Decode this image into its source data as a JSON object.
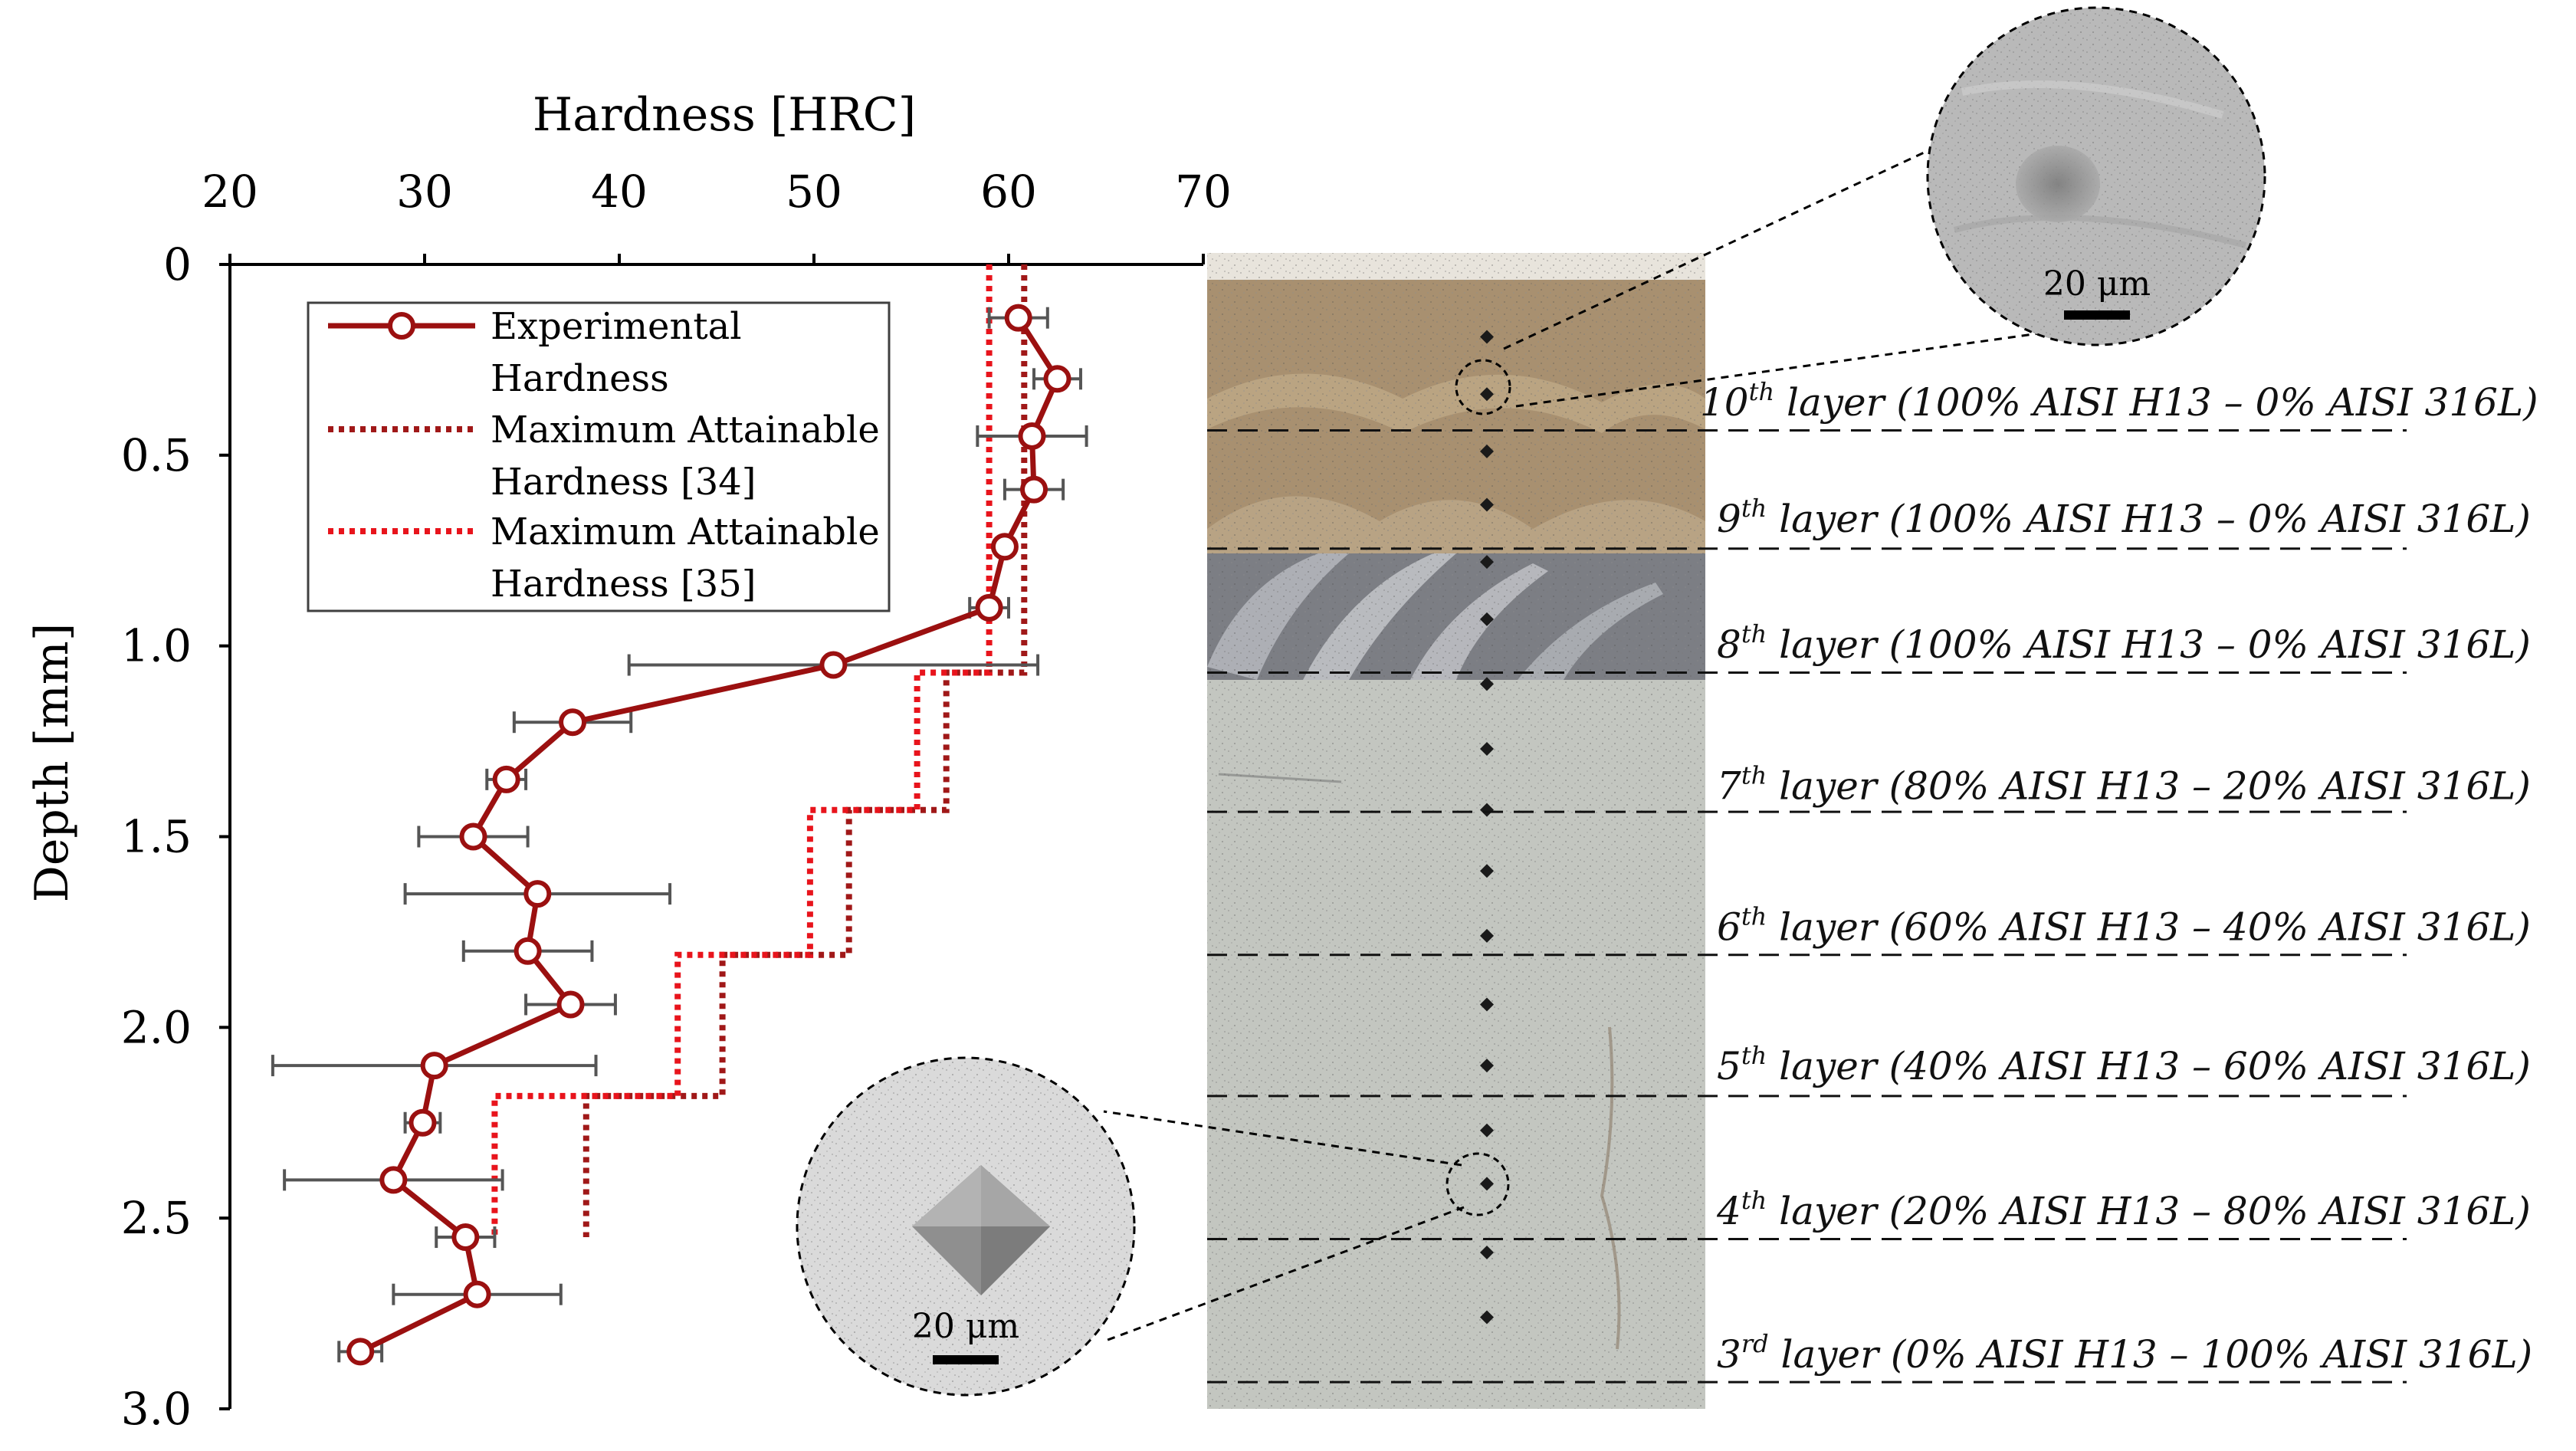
{
  "chart_data": {
    "type": "line",
    "xlabel": "Hardness [HRC]",
    "ylabel": "Depth [mm]",
    "xlim": [
      20,
      70
    ],
    "ylim": [
      0,
      3.0
    ],
    "x_ticks": [
      "20",
      "30",
      "40",
      "50",
      "60",
      "70"
    ],
    "y_ticks": [
      "0",
      "0.5",
      "1.0",
      "1.5",
      "2.0",
      "2.5",
      "3.0"
    ],
    "x_axis_position": "top",
    "y_axis_inverted": true,
    "grid": false,
    "legend_position": "top-left",
    "series": [
      {
        "name": "Experimental Hardness",
        "style": "solid-line-open-circle-markers",
        "color": "#9b1010",
        "points": [
          {
            "hardness": 60.5,
            "depth": 0.14,
            "err": 1.5
          },
          {
            "hardness": 62.5,
            "depth": 0.3,
            "err": 1.2
          },
          {
            "hardness": 61.2,
            "depth": 0.45,
            "err": 2.8
          },
          {
            "hardness": 61.3,
            "depth": 0.59,
            "err": 1.5
          },
          {
            "hardness": 59.8,
            "depth": 0.74,
            "err": 0.0
          },
          {
            "hardness": 59.0,
            "depth": 0.9,
            "err": 1.0
          },
          {
            "hardness": 51.0,
            "depth": 1.05,
            "err": 10.5
          },
          {
            "hardness": 37.6,
            "depth": 1.2,
            "err": 3.0
          },
          {
            "hardness": 34.2,
            "depth": 1.35,
            "err": 1.0
          },
          {
            "hardness": 32.5,
            "depth": 1.5,
            "err": 2.8
          },
          {
            "hardness": 35.8,
            "depth": 1.65,
            "err": 6.8
          },
          {
            "hardness": 35.3,
            "depth": 1.8,
            "err": 3.3
          },
          {
            "hardness": 37.5,
            "depth": 1.94,
            "err": 2.3
          },
          {
            "hardness": 30.5,
            "depth": 2.1,
            "err": 8.3
          },
          {
            "hardness": 29.9,
            "depth": 2.25,
            "err": 0.9
          },
          {
            "hardness": 28.4,
            "depth": 2.4,
            "err": 5.6
          },
          {
            "hardness": 32.1,
            "depth": 2.55,
            "err": 1.5
          },
          {
            "hardness": 32.7,
            "depth": 2.7,
            "err": 4.3
          },
          {
            "hardness": 26.7,
            "depth": 2.85,
            "err": 1.1
          }
        ]
      },
      {
        "name": "Maximum Attainable Hardness [34]",
        "style": "dotted-step",
        "color": "#a01818",
        "path": [
          {
            "hardness": 60.8,
            "depth": 0.0
          },
          {
            "hardness": 60.8,
            "depth": 1.07
          },
          {
            "hardness": 56.8,
            "depth": 1.07
          },
          {
            "hardness": 56.8,
            "depth": 1.43
          },
          {
            "hardness": 51.8,
            "depth": 1.43
          },
          {
            "hardness": 51.8,
            "depth": 1.81
          },
          {
            "hardness": 45.3,
            "depth": 1.81
          },
          {
            "hardness": 45.3,
            "depth": 2.18
          },
          {
            "hardness": 38.3,
            "depth": 2.18
          },
          {
            "hardness": 38.3,
            "depth": 2.55
          }
        ]
      },
      {
        "name": "Maximum Attainable Hardness [35]",
        "style": "dotted-step",
        "color": "#e8141c",
        "path": [
          {
            "hardness": 59.0,
            "depth": 0.0
          },
          {
            "hardness": 59.0,
            "depth": 1.07
          },
          {
            "hardness": 55.3,
            "depth": 1.07
          },
          {
            "hardness": 55.3,
            "depth": 1.43
          },
          {
            "hardness": 49.8,
            "depth": 1.43
          },
          {
            "hardness": 49.8,
            "depth": 1.81
          },
          {
            "hardness": 43.0,
            "depth": 1.81
          },
          {
            "hardness": 43.0,
            "depth": 2.18
          },
          {
            "hardness": 33.6,
            "depth": 2.18
          },
          {
            "hardness": 33.6,
            "depth": 2.55
          }
        ]
      }
    ],
    "legend": [
      {
        "line1": "Experimental",
        "line2": "Hardness"
      },
      {
        "line1": "Maximum Attainable",
        "line2": "Hardness [34]"
      },
      {
        "line1": "Maximum Attainable",
        "line2": "Hardness [35]"
      }
    ]
  },
  "micrograph": {
    "layers": [
      {
        "num": "10",
        "sup": "th",
        "rest": " layer (100% AISI H13 – 0% AISI 316L)"
      },
      {
        "num": "9",
        "sup": "th",
        "rest": " layer (100% AISI H13 – 0% AISI 316L)"
      },
      {
        "num": "8",
        "sup": "th",
        "rest": " layer (100% AISI H13 – 0% AISI 316L)"
      },
      {
        "num": "7",
        "sup": "th",
        "rest": " layer (80% AISI H13 – 20% AISI 316L)"
      },
      {
        "num": "6",
        "sup": "th",
        "rest": " layer (60% AISI H13 – 40% AISI 316L)"
      },
      {
        "num": "5",
        "sup": "th",
        "rest": " layer (40% AISI H13 – 60% AISI 316L)"
      },
      {
        "num": "4",
        "sup": "th",
        "rest": " layer (20% AISI H13 – 80% AISI 316L)"
      },
      {
        "num": "3",
        "sup": "rd",
        "rest": " layer (0% AISI H13 – 100% AISI 316L)"
      }
    ],
    "scale_bar_top": "20 μm",
    "scale_bar_bottom": "20 μm"
  }
}
